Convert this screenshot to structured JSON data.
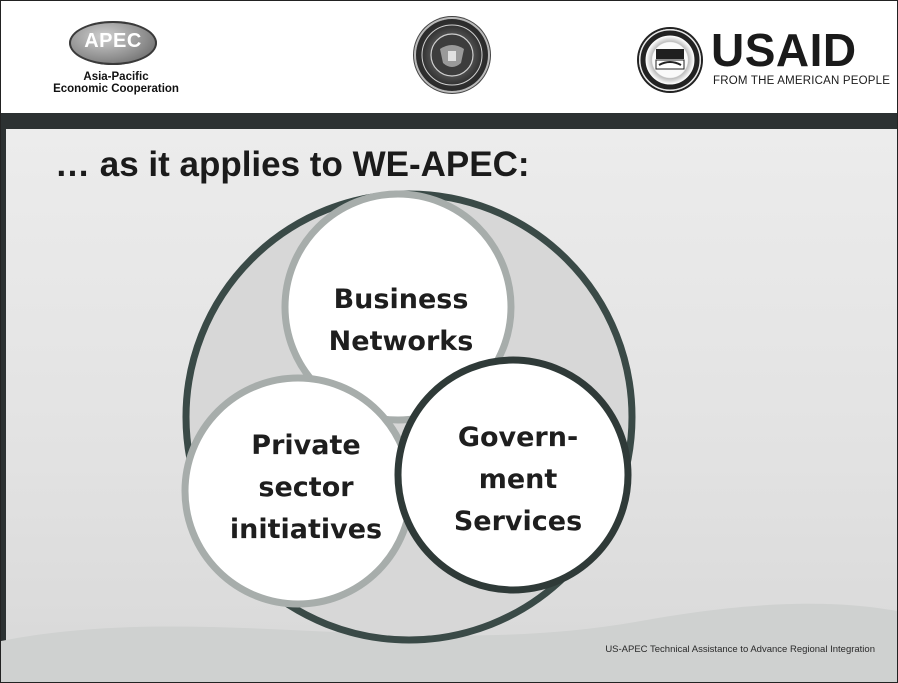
{
  "header": {
    "apec_logo_text": "APEC",
    "apec_subtitle_line1": "Asia-Pacific",
    "apec_subtitle_line2": "Economic Cooperation",
    "usaid_wordmark": "USAID",
    "usaid_tagline": "FROM THE AMERICAN PEOPLE"
  },
  "slide": {
    "title": "… as it applies to WE-APEC:"
  },
  "venn": {
    "top_circle": {
      "line1": "Business",
      "line2": "Networks"
    },
    "left_circle": {
      "line1": "Private",
      "line2": "sector",
      "line3": "initiatives"
    },
    "right_circle": {
      "line1": "Govern-",
      "line2": "ment",
      "line3": "Services"
    }
  },
  "footer": {
    "text": "US-APEC Technical Assistance to Advance Regional Integration"
  },
  "colors": {
    "dark_band": "#2c3132",
    "outer_ring": "#3a4a47",
    "light_ring": "#a7adab",
    "background": "#e4e4e4"
  }
}
